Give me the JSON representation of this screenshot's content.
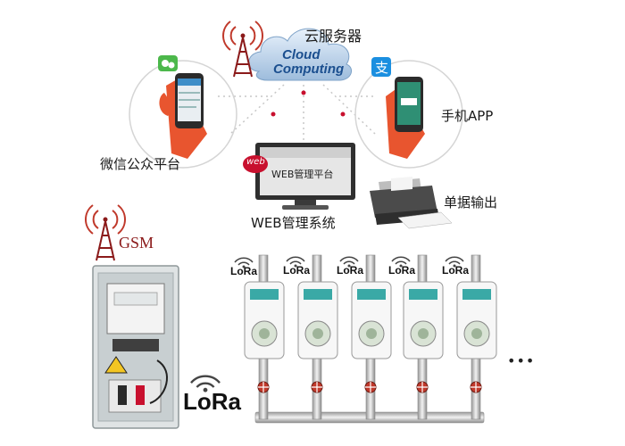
{
  "labels": {
    "cloud_server": "云服务器",
    "cloud_text_line1": "Cloud",
    "cloud_text_line2": "Computing",
    "wechat_platform": "微信公众平台",
    "mobile_app": "手机APP",
    "web_screen": "WEB管理平台",
    "web_badge": "web",
    "web_system": "WEB管理系统",
    "receipt_output": "单据输出",
    "gsm": "GSM",
    "lora_main": "LoRa",
    "lora_meter": "LoRa",
    "more": "•••",
    "alipay_glyph": "支"
  },
  "meters": [
    {
      "lora": "LoRa"
    },
    {
      "lora": "LoRa"
    },
    {
      "lora": "LoRa"
    },
    {
      "lora": "LoRa"
    },
    {
      "lora": "LoRa"
    }
  ],
  "colors": {
    "hand": "#e8552f",
    "cloud": "#c9dcf0",
    "accent_red": "#c8102e",
    "wechat_green": "#4cb84b",
    "alipay_blue": "#1b8fe0",
    "pipe": "#cfcfcf",
    "valve": "#c0392b"
  }
}
